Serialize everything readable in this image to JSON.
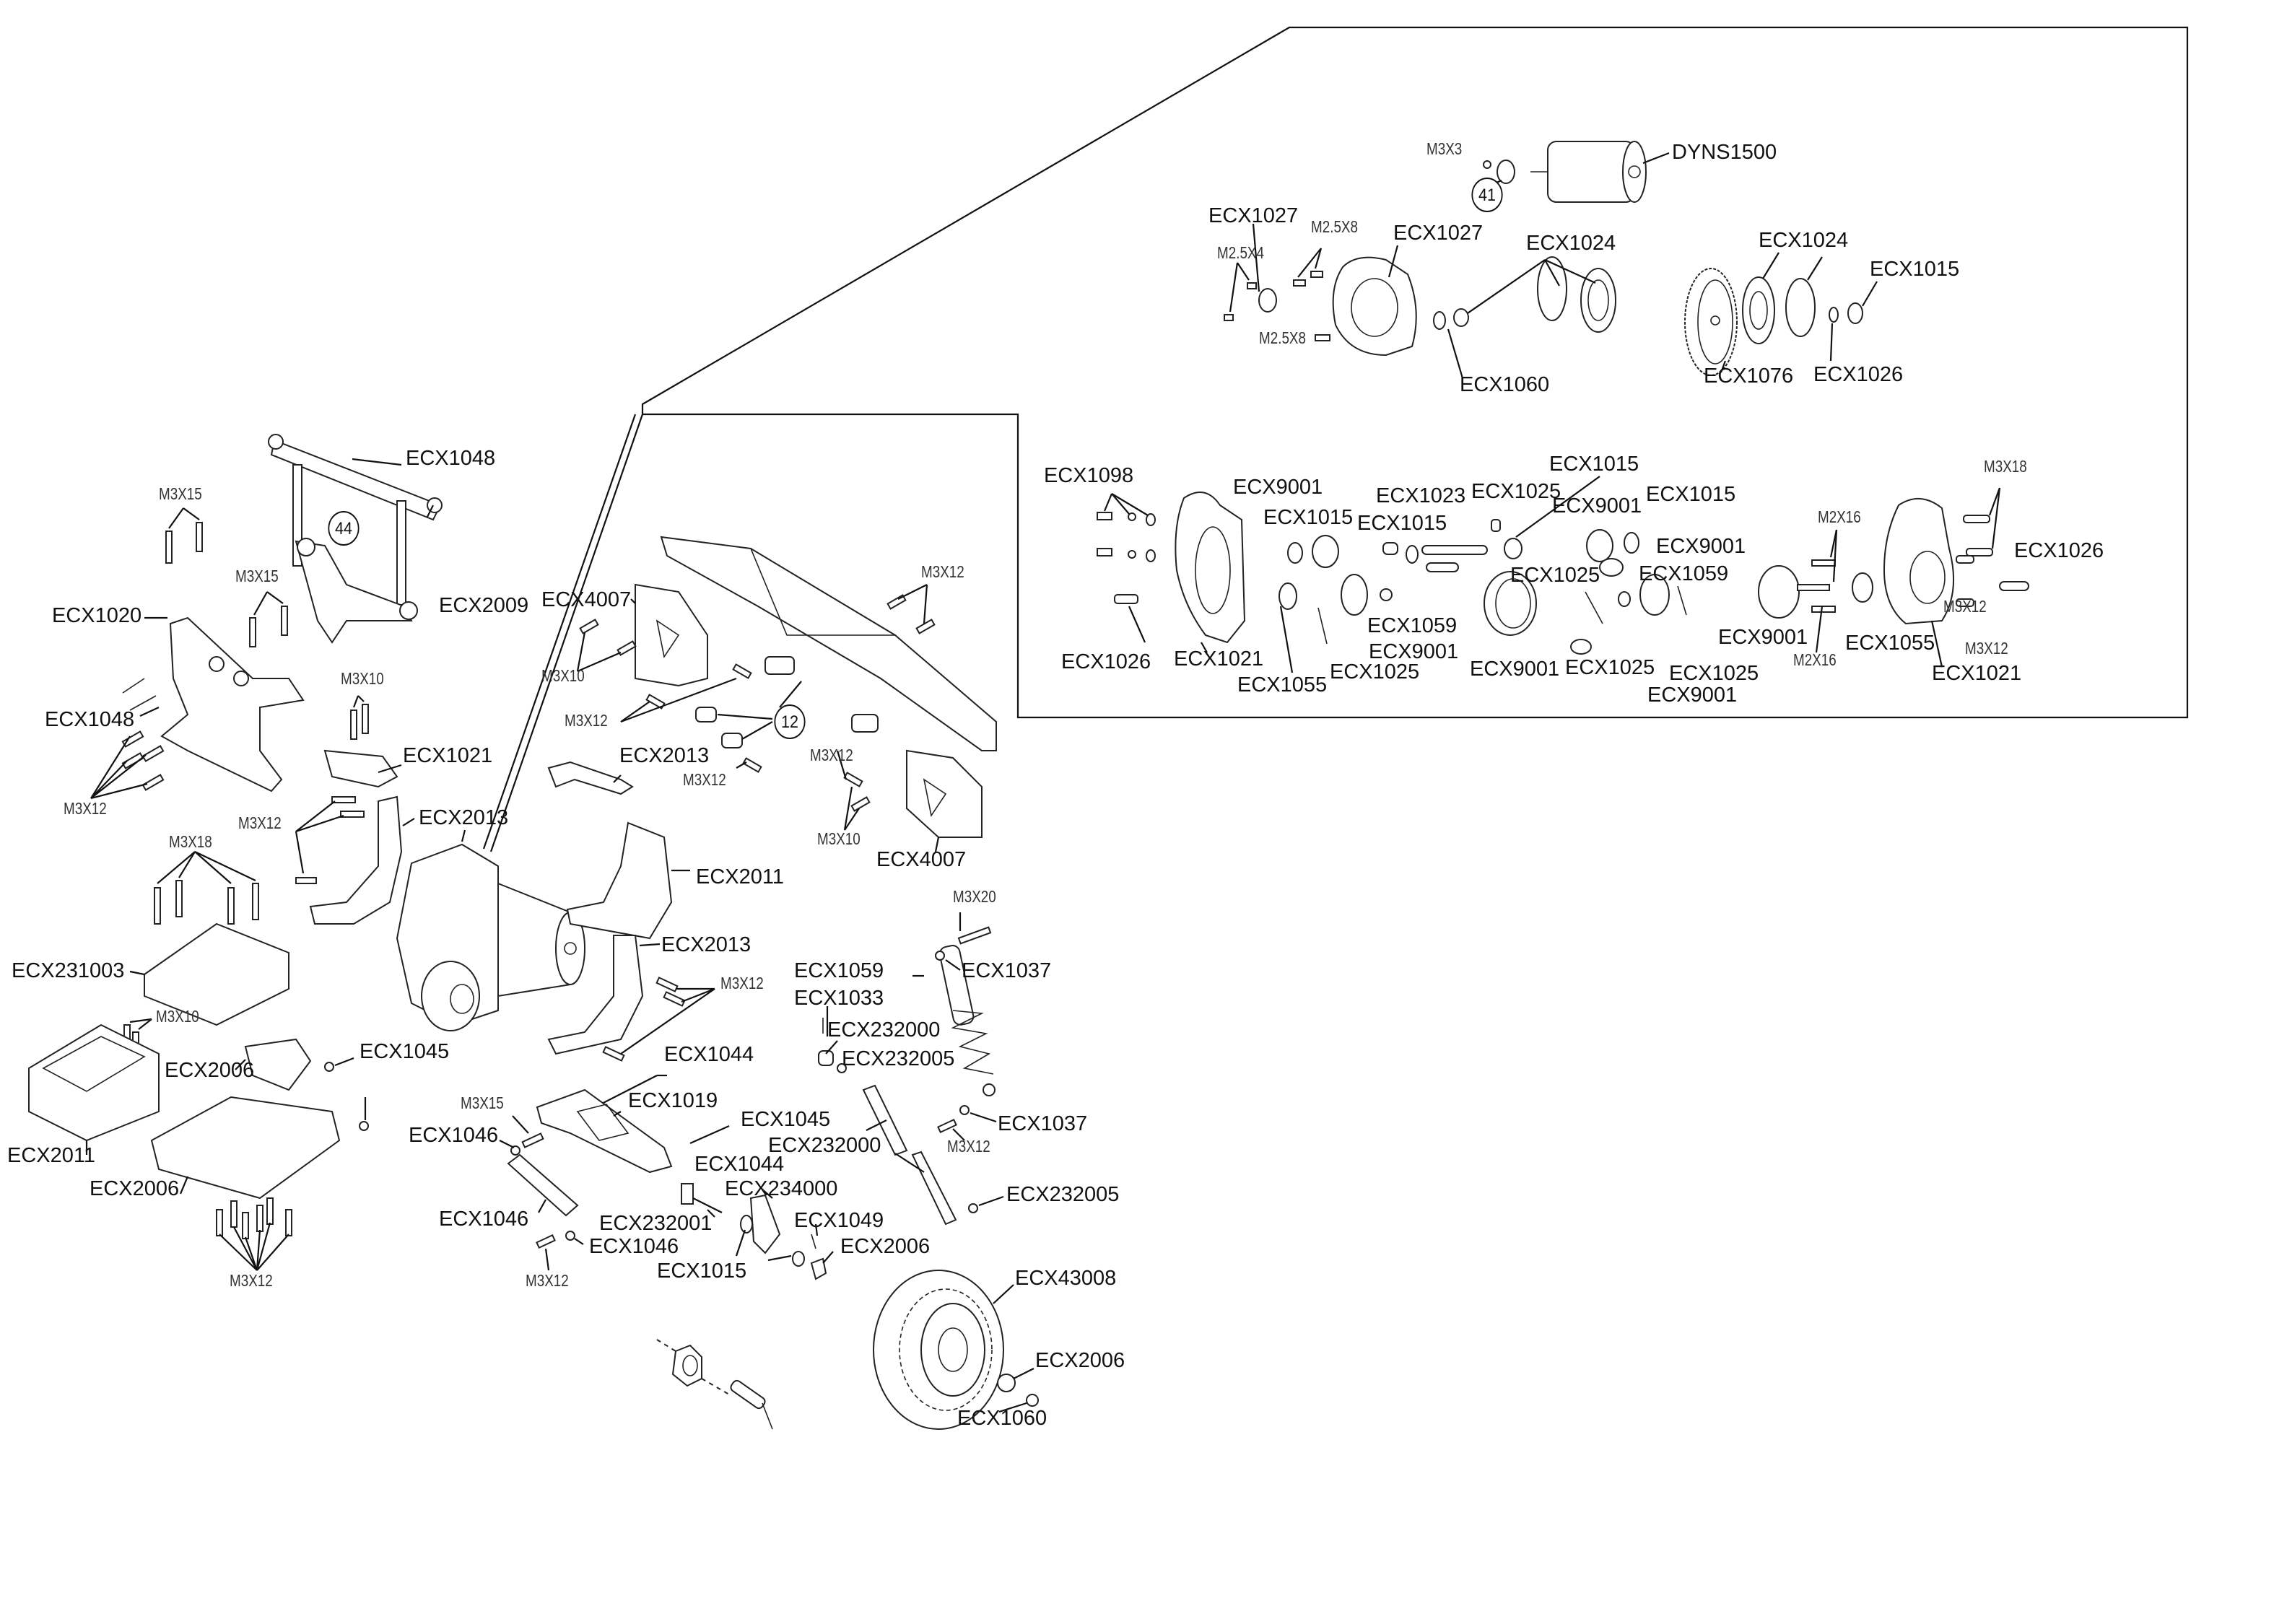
{
  "diagram": {
    "title": "",
    "type": "exploded-parts-diagram",
    "inset": {
      "name": "transmission-detail",
      "labels": [
        {
          "id": "m3x3",
          "text": "M3X3",
          "kind": "screw"
        },
        {
          "id": "dyns1500",
          "text": "DYNS1500",
          "kind": "part"
        },
        {
          "id": "callout41",
          "text": "41",
          "kind": "callout"
        },
        {
          "id": "ecx1027a",
          "text": "ECX1027",
          "kind": "part"
        },
        {
          "id": "m25x8a",
          "text": "M2.5X8",
          "kind": "screw"
        },
        {
          "id": "ecx1027b",
          "text": "ECX1027",
          "kind": "part"
        },
        {
          "id": "m25x4",
          "text": "M2.5X4",
          "kind": "screw"
        },
        {
          "id": "m25x8b",
          "text": "M2.5X8",
          "kind": "screw"
        },
        {
          "id": "ecx1024a",
          "text": "ECX1024",
          "kind": "part"
        },
        {
          "id": "ecx1060a",
          "text": "ECX1060",
          "kind": "part"
        },
        {
          "id": "ecx1024b",
          "text": "ECX1024",
          "kind": "part"
        },
        {
          "id": "ecx1015a",
          "text": "ECX1015",
          "kind": "part"
        },
        {
          "id": "ecx1076",
          "text": "ECX1076",
          "kind": "part"
        },
        {
          "id": "ecx1026a",
          "text": "ECX1026",
          "kind": "part"
        },
        {
          "id": "ecx1098",
          "text": "ECX1098",
          "kind": "part"
        },
        {
          "id": "ecx9001a",
          "text": "ECX9001",
          "kind": "part"
        },
        {
          "id": "ecx1015b",
          "text": "ECX1015",
          "kind": "part"
        },
        {
          "id": "ecx1023",
          "text": "ECX1023",
          "kind": "part"
        },
        {
          "id": "ecx1025a",
          "text": "ECX1025",
          "kind": "part"
        },
        {
          "id": "ecx1015c",
          "text": "ECX1015",
          "kind": "part"
        },
        {
          "id": "ecx1015d",
          "text": "ECX1015",
          "kind": "part"
        },
        {
          "id": "ecx9001b",
          "text": "ECX9001",
          "kind": "part"
        },
        {
          "id": "ecx1015e",
          "text": "ECX1015",
          "kind": "part"
        },
        {
          "id": "ecx1025b",
          "text": "ECX1025",
          "kind": "part"
        },
        {
          "id": "ecx9001c",
          "text": "ECX9001",
          "kind": "part"
        },
        {
          "id": "ecx1059a",
          "text": "ECX1059",
          "kind": "part"
        },
        {
          "id": "ecx1026b",
          "text": "ECX1026",
          "kind": "part"
        },
        {
          "id": "ecx1021a",
          "text": "ECX1021",
          "kind": "part"
        },
        {
          "id": "ecx1055a",
          "text": "ECX1055",
          "kind": "part"
        },
        {
          "id": "ecx1025c",
          "text": "ECX1025",
          "kind": "part"
        },
        {
          "id": "ecx1059b",
          "text": "ECX1059",
          "kind": "part"
        },
        {
          "id": "ecx9001d",
          "text": "ECX9001",
          "kind": "part"
        },
        {
          "id": "ecx9001e",
          "text": "ECX9001",
          "kind": "part"
        },
        {
          "id": "ecx1025d",
          "text": "ECX1025",
          "kind": "part"
        },
        {
          "id": "ecx1025e",
          "text": "ECX1025",
          "kind": "part"
        },
        {
          "id": "ecx9001f",
          "text": "ECX9001",
          "kind": "part"
        },
        {
          "id": "m3x18a",
          "text": "M3X18",
          "kind": "screw"
        },
        {
          "id": "m2x16a",
          "text": "M2X16",
          "kind": "screw"
        },
        {
          "id": "ecx1026c",
          "text": "ECX1026",
          "kind": "part"
        },
        {
          "id": "ecx9001g",
          "text": "ECX9001",
          "kind": "part"
        },
        {
          "id": "m2x16b",
          "text": "M2X16",
          "kind": "screw"
        },
        {
          "id": "ecx1055b",
          "text": "ECX1055",
          "kind": "part"
        },
        {
          "id": "m3x12a",
          "text": "M3X12",
          "kind": "screw"
        },
        {
          "id": "m3x12b",
          "text": "M3X12",
          "kind": "screw"
        },
        {
          "id": "ecx1021b",
          "text": "ECX1021",
          "kind": "part"
        }
      ]
    },
    "main": {
      "labels": [
        {
          "id": "ecx1048a",
          "text": "ECX1048",
          "kind": "part"
        },
        {
          "id": "callout44",
          "text": "44",
          "kind": "callout"
        },
        {
          "id": "m3x15a",
          "text": "M3X15",
          "kind": "screw"
        },
        {
          "id": "m3x15b",
          "text": "M3X15",
          "kind": "screw"
        },
        {
          "id": "ecx2009",
          "text": "ECX2009",
          "kind": "part"
        },
        {
          "id": "ecx1020",
          "text": "ECX1020",
          "kind": "part"
        },
        {
          "id": "ecx1048b",
          "text": "ECX1048",
          "kind": "part"
        },
        {
          "id": "m3x10a",
          "text": "M3X10",
          "kind": "screw"
        },
        {
          "id": "ecx1021c",
          "text": "ECX1021",
          "kind": "part"
        },
        {
          "id": "m3x12c",
          "text": "M3X12",
          "kind": "screw"
        },
        {
          "id": "m3x12d",
          "text": "M3X12",
          "kind": "screw"
        },
        {
          "id": "ecx2013a",
          "text": "ECX2013",
          "kind": "part"
        },
        {
          "id": "ecx4007a",
          "text": "ECX4007",
          "kind": "part"
        },
        {
          "id": "m3x10b",
          "text": "M3X10",
          "kind": "screw"
        },
        {
          "id": "m3x12e",
          "text": "M3X12",
          "kind": "screw"
        },
        {
          "id": "m3x12f",
          "text": "M3X12",
          "kind": "screw"
        },
        {
          "id": "callout12",
          "text": "12",
          "kind": "callout"
        },
        {
          "id": "ecx2013b",
          "text": "ECX2013",
          "kind": "part"
        },
        {
          "id": "m3x12g",
          "text": "M3X12",
          "kind": "screw"
        },
        {
          "id": "m3x12h",
          "text": "M3X12",
          "kind": "screw"
        },
        {
          "id": "m3x10c",
          "text": "M3X10",
          "kind": "screw"
        },
        {
          "id": "ecx4007b",
          "text": "ECX4007",
          "kind": "part"
        },
        {
          "id": "m3x18b",
          "text": "M3X18",
          "kind": "screw"
        },
        {
          "id": "ecx231003",
          "text": "ECX231003",
          "kind": "part"
        },
        {
          "id": "m3x10d",
          "text": "M3X10",
          "kind": "screw"
        },
        {
          "id": "ecx2006a",
          "text": "ECX2006",
          "kind": "part"
        },
        {
          "id": "ecx1045a",
          "text": "ECX1045",
          "kind": "part"
        },
        {
          "id": "ecx2011a",
          "text": "ECX2011",
          "kind": "part"
        },
        {
          "id": "ecx2006b",
          "text": "ECX2006",
          "kind": "part"
        },
        {
          "id": "m3x12i",
          "text": "M3X12",
          "kind": "screw"
        },
        {
          "id": "ecx2011b",
          "text": "ECX2011",
          "kind": "part"
        },
        {
          "id": "ecx2013c",
          "text": "ECX2013",
          "kind": "part"
        },
        {
          "id": "m3x12j",
          "text": "M3X12",
          "kind": "screw"
        },
        {
          "id": "ecx1044a",
          "text": "ECX1044",
          "kind": "part"
        },
        {
          "id": "m3x15c",
          "text": "M3X15",
          "kind": "screw"
        },
        {
          "id": "ecx1046a",
          "text": "ECX1046",
          "kind": "part"
        },
        {
          "id": "ecx1019",
          "text": "ECX1019",
          "kind": "part"
        },
        {
          "id": "ecx1045b",
          "text": "ECX1045",
          "kind": "part"
        },
        {
          "id": "ecx1044b",
          "text": "ECX1044",
          "kind": "part"
        },
        {
          "id": "ecx1046b",
          "text": "ECX1046",
          "kind": "part"
        },
        {
          "id": "ecx232001",
          "text": "ECX232001",
          "kind": "part"
        },
        {
          "id": "ecx1046c",
          "text": "ECX1046",
          "kind": "part"
        },
        {
          "id": "m3x12k",
          "text": "M3X12",
          "kind": "screw"
        },
        {
          "id": "ecx234000",
          "text": "ECX234000",
          "kind": "part"
        },
        {
          "id": "ecx1015f",
          "text": "ECX1015",
          "kind": "part"
        },
        {
          "id": "ecx1049",
          "text": "ECX1049",
          "kind": "part"
        },
        {
          "id": "ecx2006c",
          "text": "ECX2006",
          "kind": "part"
        },
        {
          "id": "m3x20",
          "text": "M3X20",
          "kind": "screw"
        },
        {
          "id": "ecx1037a",
          "text": "ECX1037",
          "kind": "part"
        },
        {
          "id": "ecx1059c",
          "text": "ECX1059",
          "kind": "part"
        },
        {
          "id": "ecx1033",
          "text": "ECX1033",
          "kind": "part"
        },
        {
          "id": "ecx232000a",
          "text": "ECX232000",
          "kind": "part"
        },
        {
          "id": "ecx232005a",
          "text": "ECX232005",
          "kind": "part"
        },
        {
          "id": "ecx1037b",
          "text": "ECX1037",
          "kind": "part"
        },
        {
          "id": "m3x12l",
          "text": "M3X12",
          "kind": "screw"
        },
        {
          "id": "ecx232000b",
          "text": "ECX232000",
          "kind": "part"
        },
        {
          "id": "ecx232005b",
          "text": "ECX232005",
          "kind": "part"
        },
        {
          "id": "ecx43008",
          "text": "ECX43008",
          "kind": "part"
        },
        {
          "id": "ecx2006d",
          "text": "ECX2006",
          "kind": "part"
        },
        {
          "id": "ecx1060b",
          "text": "ECX1060",
          "kind": "part"
        }
      ]
    }
  }
}
